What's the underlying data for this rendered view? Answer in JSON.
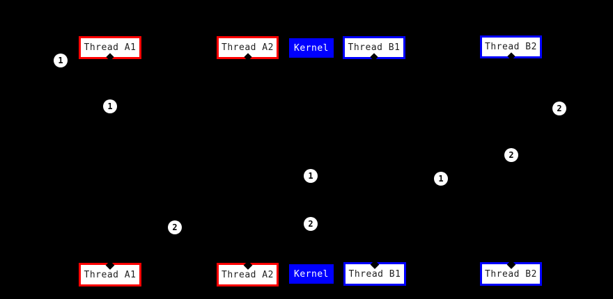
{
  "diagram": {
    "type": "thread-scheduling-sequence-diagram",
    "background": "#000000",
    "palette": {
      "thread_a_border": "#ff0000",
      "thread_b_border": "#0000ff",
      "kernel_fill": "#0000ff",
      "kernel_text": "#ffffff",
      "node_fill": "#ffffff",
      "node_text": "#1f1f1f",
      "marker_fill": "#ffffff",
      "marker_text": "#000000"
    },
    "top_row": [
      {
        "label": "Thread A1"
      },
      {
        "label": "Thread A2"
      },
      {
        "label": "Kernel"
      },
      {
        "label": "Thread B1"
      },
      {
        "label": "Thread B2"
      }
    ],
    "bottom_row": [
      {
        "label": "Thread A1"
      },
      {
        "label": "Thread A2"
      },
      {
        "label": "Kernel"
      },
      {
        "label": "Thread B1"
      },
      {
        "label": "Thread B2"
      }
    ],
    "markers": [
      {
        "label": "1"
      },
      {
        "label": "1"
      },
      {
        "label": "2"
      },
      {
        "label": "2"
      },
      {
        "label": "1"
      },
      {
        "label": "1"
      },
      {
        "label": "2"
      },
      {
        "label": "2"
      }
    ]
  }
}
